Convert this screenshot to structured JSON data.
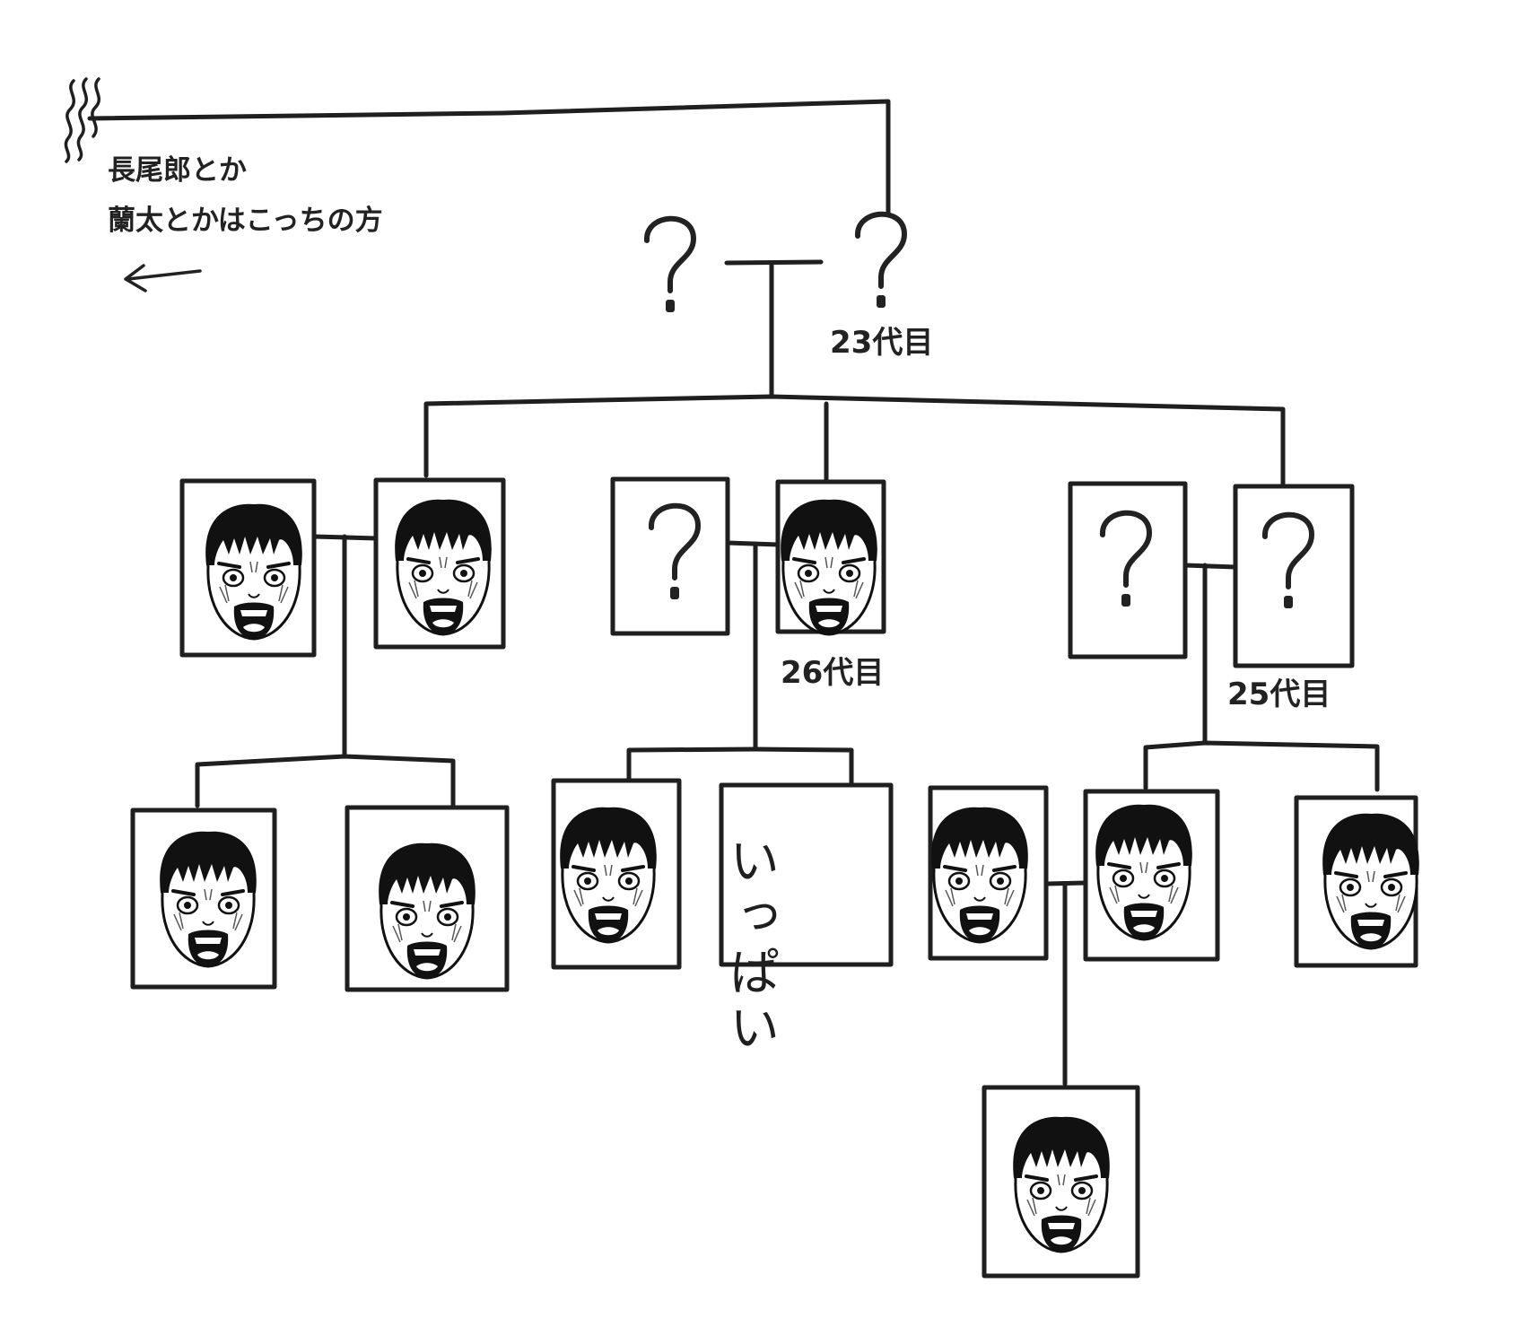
{
  "annotations": {
    "left_note_line1": "長尾郎とか",
    "left_note_line2": "蘭太とかはこっちの方",
    "gen_23": "23代目",
    "gen_26": "26代目",
    "gen_25": "25代目",
    "box_text": "いっぱい"
  },
  "colors": {
    "ink": "#1f1f1f",
    "paper": "#ffffff"
  },
  "icons": {
    "unknown": "question-mark-icon",
    "person": "screaming-face-icon"
  }
}
